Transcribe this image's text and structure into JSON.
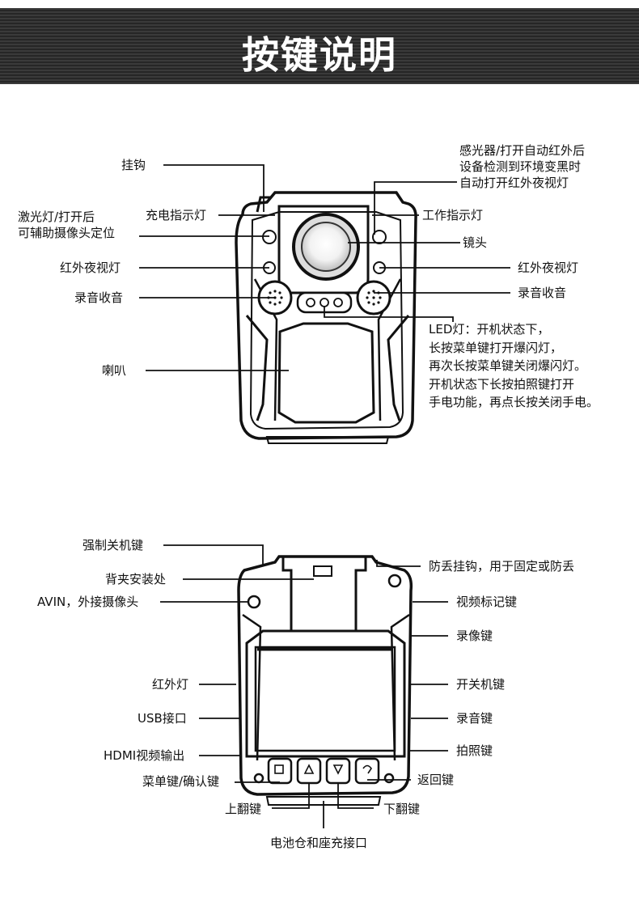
{
  "banner": {
    "title": "按键说明"
  },
  "front": {
    "hook": "挂钩",
    "light_sensor": [
      "感光器/打开自动红外后",
      "设备检测到环境变黑时",
      "自动打开红外夜视灯"
    ],
    "charge_indicator": "充电指示灯",
    "work_indicator": "工作指示灯",
    "laser": [
      "激光灯/打开后",
      "可辅助摄像头定位"
    ],
    "lens": "镜头",
    "ir_left": "红外夜视灯",
    "ir_right": "红外夜视灯",
    "mic_left": "录音收音",
    "mic_right": "录音收音",
    "led": [
      "LED灯：开机状态下，",
      "长按菜单键打开爆闪灯，",
      "再次长按菜单键关闭爆闪灯。",
      "开机状态下长按拍照键打开",
      "手电功能，再点长按关闭手电。"
    ],
    "speaker": "喇叭"
  },
  "back": {
    "force_off": "强制关机键",
    "anti_loss": "防丢挂钩，用于固定或防丢",
    "clip_mount": "背夹安装处",
    "avin": "AVIN，外接摄像头",
    "video_mark": "视频标记键",
    "record": "录像键",
    "ir_light": "红外灯",
    "power": "开关机键",
    "usb": "USB接口",
    "audio": "录音键",
    "hdmi": "HDMI视频输出",
    "photo": "拍照键",
    "menu_ok": "菜单键/确认键",
    "back_key": "返回键",
    "page_up": "上翻键",
    "page_down": "下翻键",
    "battery": "电池仓和座充接口"
  },
  "colors": {
    "banner": "#2e2e2e",
    "body": "#1a1a1a",
    "line": "#111111"
  }
}
